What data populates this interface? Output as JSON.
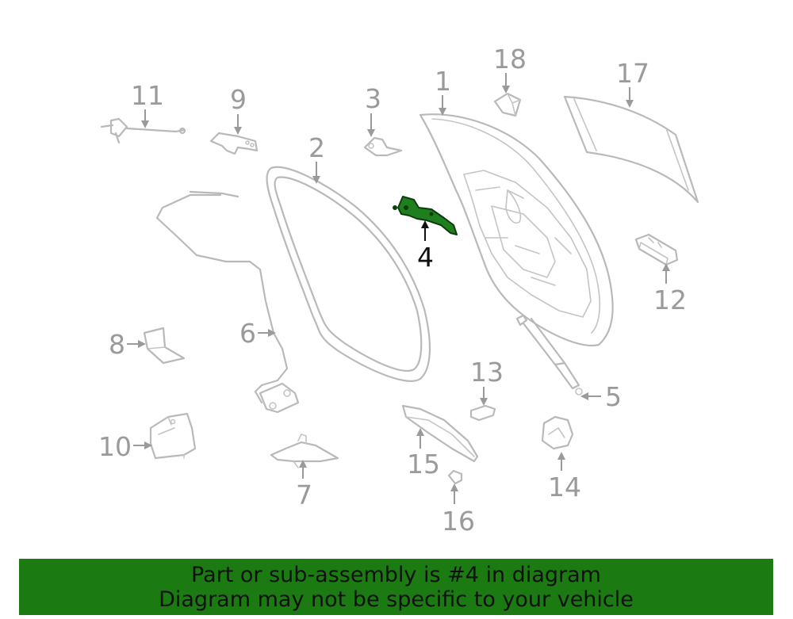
{
  "callouts": {
    "n1": "1",
    "n2": "2",
    "n3": "3",
    "n4": "4",
    "n5": "5",
    "n6": "6",
    "n7": "7",
    "n8": "8",
    "n9": "9",
    "n10": "10",
    "n11": "11",
    "n12": "12",
    "n13": "13",
    "n14": "14",
    "n15": "15",
    "n16": "16",
    "n17": "17",
    "n18": "18"
  },
  "highlight": {
    "part_number": "4",
    "color": "#1f7f1f"
  },
  "banner": {
    "line1": "Part or sub-assembly is #4 in diagram",
    "line2": "Diagram may not be specific to your vehicle",
    "background": "#1b7a12"
  }
}
